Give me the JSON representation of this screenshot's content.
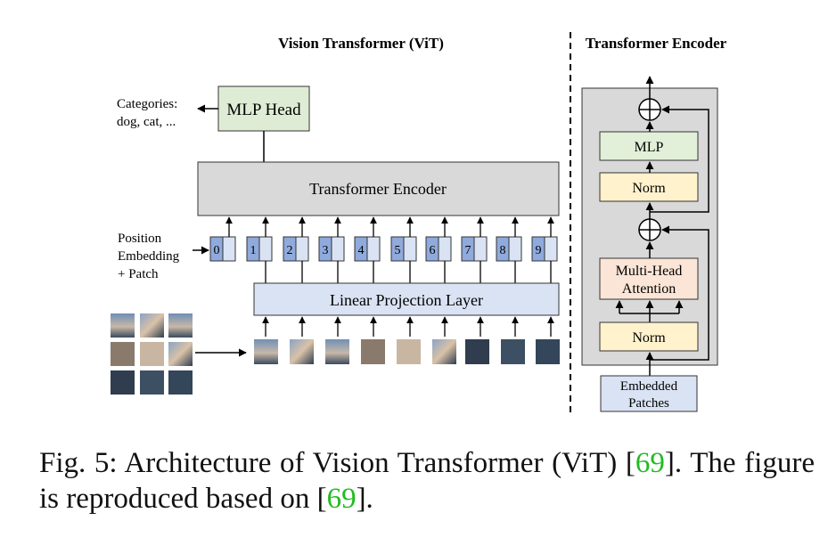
{
  "vit": {
    "title": "Vision Transformer (ViT)",
    "mlp_head": "MLP Head",
    "categories": [
      "Categories:",
      "dog, cat, ..."
    ],
    "transformer_encoder": "Transformer Encoder",
    "position_label": [
      "Position",
      "Embedding",
      "+ Patch"
    ],
    "linear_projection": "Linear Projection Layer",
    "tokens": [
      "0",
      "1",
      "2",
      "3",
      "4",
      "5",
      "6",
      "7",
      "8",
      "9"
    ]
  },
  "encoder": {
    "title": "Transformer Encoder",
    "mlp": "MLP",
    "norm_top": "Norm",
    "attention": [
      "Multi-Head",
      "Attention"
    ],
    "norm_bottom": "Norm",
    "embedded": [
      "Embedded",
      "Patches"
    ]
  },
  "caption": {
    "prefix": "Fig. 5: Architecture of Vision Transformer (ViT) [",
    "ref1": "69",
    "middle": "]. The figure is reproduced based on [",
    "ref2": "69",
    "suffix": "]."
  },
  "colors": {
    "mlp_head": "#dfecd5",
    "encoder_box": "#d9d9d9",
    "projection": "#dae3f3",
    "token_blue": "#8faadc",
    "token_light": "#dae3f3",
    "norm": "#fff2cc",
    "attention": "#fbe5d6",
    "mlp": "#e2f0d9",
    "ref": "#22bb22"
  }
}
